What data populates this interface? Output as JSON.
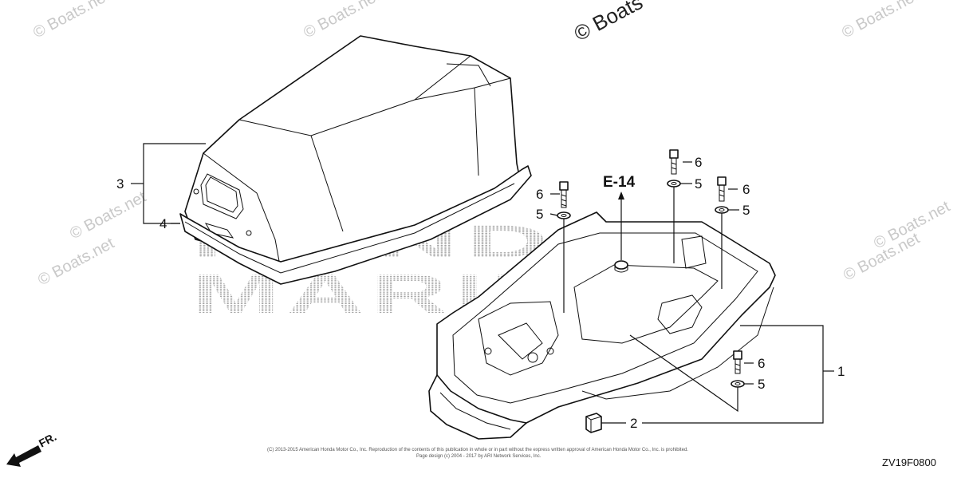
{
  "watermarks": {
    "text": "© Boats.net",
    "prominent": "© Boats"
  },
  "brand_watermark": {
    "line1": "HONDA",
    "line2": "MARINE"
  },
  "reference": {
    "label": "E-14"
  },
  "callouts": {
    "c1": "1",
    "c2": "2",
    "c3": "3",
    "c4": "4",
    "c5a": "5",
    "c5b": "5",
    "c5c": "5",
    "c5d": "5",
    "c6a": "6",
    "c6b": "6",
    "c6c": "6",
    "c6d": "6"
  },
  "direction": {
    "label": "FR."
  },
  "footer": {
    "copyright_line1": "(C) 2013-2015 American Honda Motor Co., Inc. Reproduction of the contents of this publication in whole or in part without the express written approval of American Honda Motor Co., Inc. is prohibited.",
    "copyright_line2": "Page design (c) 2004 - 2017 by ARI Network Services, Inc.",
    "diagram_code": "ZV19F0800"
  },
  "colors": {
    "ink": "#111111",
    "watermark": "#c9c9c9"
  }
}
